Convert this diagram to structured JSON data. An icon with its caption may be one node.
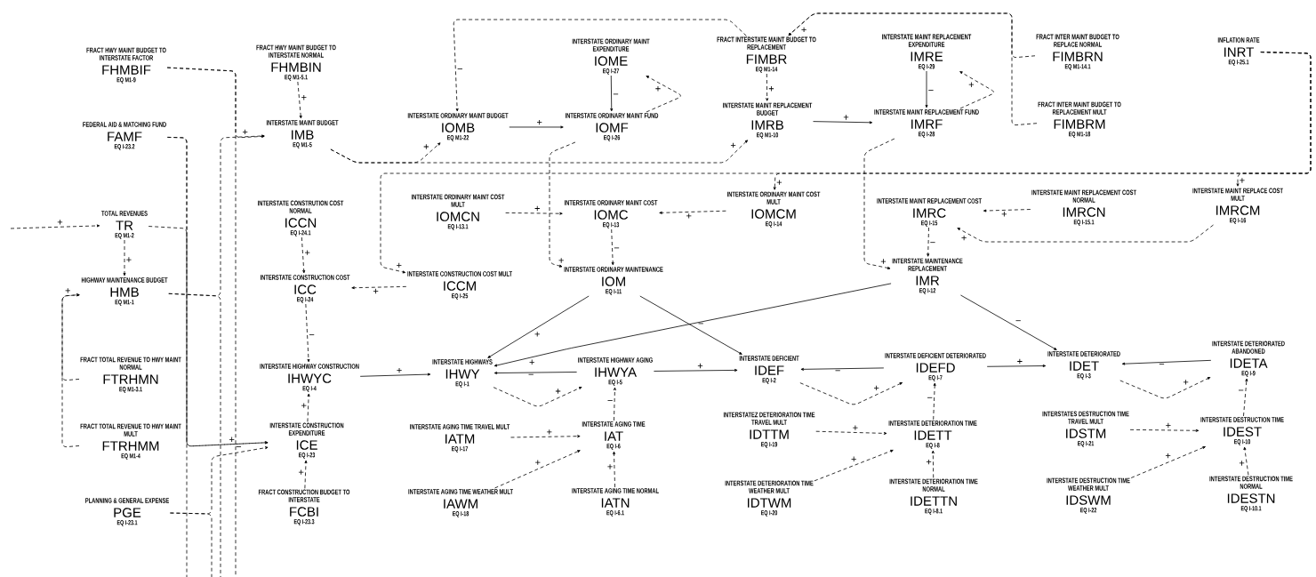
{
  "diagram": {
    "nodes": [
      {
        "text": [
          "FRACT HWY MAINT BUDGET TO INTERSTATE FACTOR",
          "FHMBIF",
          "EQ M1-9"
        ]
      },
      {
        "text": [
          "FRACT HWY MAINT BUDGET TO INTERSTATE NORMAL",
          "FHMBIN",
          "EQ M1-5.1"
        ]
      },
      {
        "text": [
          "INTERSTATE ORDINARY MAINT EXPENDITURE",
          "IOME",
          "EQ I-27"
        ]
      },
      {
        "text": [
          "FRACT INTERSTATE MAINT BUDGET TO REPLACEMENT",
          "FIMBR",
          "EQ M1-14"
        ]
      },
      {
        "text": [
          "INTERSTATE MAINT REPLACEMENT EXPENDITURE",
          "IMRE",
          "EQ I-29"
        ]
      },
      {
        "text": [
          "FRACT INTER MAINT BUDGET TO REPLACE NORMAL",
          "FIMBRN",
          "EQ M1-14.1"
        ]
      },
      {
        "text": [
          "INFLATION RATE",
          "INRT",
          "EQ I-25.1"
        ]
      },
      {
        "text": [
          "FEDERAL AID & MATCHING FUND",
          "FAMF",
          "EQ I-23.2"
        ]
      },
      {
        "text": [
          "INTERSTATE MAINT BUDGET",
          "IMB",
          "EQ M1-5"
        ]
      },
      {
        "text": [
          "INTERSTATE ORDINARY MAINT BUDGET",
          "IOMB",
          "EQ M1-22"
        ]
      },
      {
        "text": [
          "INTERSTATE ORDINARY MAINT FUND",
          "IOMF",
          "EQ I-26"
        ]
      },
      {
        "text": [
          "INTERSTATE MAINT REPLACEMENT BUDGET",
          "IMRB",
          "EQ M1-10"
        ]
      },
      {
        "text": [
          "INTERSTATE MAINT REPLACEMENT FUND",
          "IMRF",
          "EQ I-28"
        ]
      },
      {
        "text": [
          "FRACT INTER MAINT BUDGET TO REPLACEMENT MULT",
          "FIMBRM",
          "EQ M1-18"
        ]
      },
      {
        "text": [
          "TOTAL REVENUES",
          "TR",
          "EQ M1-2"
        ]
      },
      {
        "text": [
          "INTERSTATE CONSTRUTION COST NORMAL",
          "ICCN",
          "EQ I-24.1"
        ]
      },
      {
        "text": [
          "INTERSTATE ORDINARY MAINT COST MULT",
          "IOMCN",
          "EQ I-13.1"
        ]
      },
      {
        "text": [
          "INTERSTATE ORDINARY MAINT COST",
          "IOMC",
          "EQ I-13"
        ]
      },
      {
        "text": [
          "INTERSTATE ORDINARY MAINT COST MULT",
          "IOMCM",
          "EQ I-14"
        ]
      },
      {
        "text": [
          "INTERSTATE MAINT REPLACEMENT COST",
          "IMRC",
          "EQ I-15"
        ]
      },
      {
        "text": [
          "INTERSTATE MAINT REPLACEMENT COST NORMAL",
          "IMRCN",
          "EQ I-15.1"
        ]
      },
      {
        "text": [
          "INTERSTATE MAINT REPLACE COST MULT",
          "IMRCM",
          "EQ I-16"
        ]
      },
      {
        "text": [
          "HIGHWAY MAINTENANCE BUDGET",
          "HMB",
          "EQ M1-1"
        ]
      },
      {
        "text": [
          "INTERSTATE CONSTRUCTION COST",
          "ICC",
          "EQ I-24"
        ]
      },
      {
        "text": [
          "INTERSTATE CONSTRUCTION COST MULT",
          "ICCM",
          "EQ I-25"
        ]
      },
      {
        "text": [
          "INTERSTATE ORDINARY MAINTENANCE",
          "IOM",
          "EQ I-11"
        ]
      },
      {
        "text": [
          "INTERSTATE MAINTENANCE REPLACEMENT",
          "IMR",
          "EQ I-12"
        ]
      },
      {
        "text": [
          "FRACT TOTAL REVENUE TO HWY MAINT NORMAL",
          "FTRHMN",
          "EQ M1-3.1"
        ]
      },
      {
        "text": [
          "INTERSTATE HIGHWAY CONSTRUCTION",
          "IHWYC",
          "EQ I-4"
        ]
      },
      {
        "text": [
          "INTERSTATE HIGHWAYS",
          "IHWY",
          "EQ I-1"
        ]
      },
      {
        "text": [
          "INTERSTATE HIGHWAY AGING",
          "IHWYA",
          "EQ I-5"
        ]
      },
      {
        "text": [
          "INTERSTATE DEFICIENT",
          "IDEF",
          "EQ I-2"
        ]
      },
      {
        "text": [
          "INTERSTATE DEFICIENT DETERIORATED",
          "IDEFD",
          "EQ I-7"
        ]
      },
      {
        "text": [
          "INTERSTATE DETERIORATED",
          "IDET",
          "EQ I-3"
        ]
      },
      {
        "text": [
          "INTERSTATE DETERIORATED ABANDONED",
          "IDETA",
          "EQ I-9"
        ]
      },
      {
        "text": [
          "FRACT TOTAL REVENUE TO HWY MAINT MULT",
          "FTRHMM",
          "EQ M1-4"
        ]
      },
      {
        "text": [
          "INTERSTATE CONSTRUCTION EXPENDITURE",
          "ICE",
          "EQ I-23"
        ]
      },
      {
        "text": [
          "INTERSTATE AGING TIME TRAVEL MULT",
          "IATM",
          "EQ I-17"
        ]
      },
      {
        "text": [
          "INTERSTATE AGING TIME",
          "IAT",
          "EQ I-6"
        ]
      },
      {
        "text": [
          "INTERSTATEZ DETERIORATION TIME TRAVEL MULT",
          "IDTTM",
          "EQ I-19"
        ]
      },
      {
        "text": [
          "INTERSTATE DETERIORATION TIME",
          "IDETT",
          "EQ I-8"
        ]
      },
      {
        "text": [
          "INTERSTATES DESTRUCTION TIME TRAVEL MULT",
          "IDSTM",
          "EQ I-21"
        ]
      },
      {
        "text": [
          "INTERSTATE DESTRUCTION TIME",
          "IDEST",
          "EQ I-10"
        ]
      },
      {
        "text": [
          "PLANNING & GENERAL EXPENSE",
          "PGE",
          "EQ I-23.1"
        ]
      },
      {
        "text": [
          "FRACT CONSTRUCTION BUDGET TO INTERSTATE",
          "FCBI",
          "EQ I-23.3"
        ]
      },
      {
        "text": [
          "INTERSTATE AGING TIME WEATHER MULT",
          "IAWM",
          "EQ I-18"
        ]
      },
      {
        "text": [
          "INTERSTATE AGING TIME NORMAL",
          "IATN",
          "EQ I-6.1"
        ]
      },
      {
        "text": [
          "INTERSTATE DETERIORATION TIME WEATHER MULT",
          "IDTWM",
          "EQ I-20"
        ]
      },
      {
        "text": [
          "INTERSTATE DETERIORATION TIME NORMAL",
          "IDETTN",
          "EQ I-8.1"
        ]
      },
      {
        "text": [
          "INTERSTATE DESTRUCTION TIME WEATHER MULT",
          "IDSWM",
          "EQ I-22"
        ]
      },
      {
        "text": [
          "INTERSTATE DESTRUCTION TIME NORMAL",
          "IDESTN",
          "EQ I-10.1"
        ]
      }
    ],
    "edges": [
      {
        "from": null,
        "to": 14,
        "arrow": "to",
        "label": "+",
        "style": "dashed"
      },
      {
        "from": 14,
        "to": 22,
        "arrow": "to",
        "label": "+",
        "style": "dashed"
      },
      {
        "from": 27,
        "to": 22,
        "arrow": "to",
        "label": "+",
        "style": "dashed"
      },
      {
        "from": 35,
        "to": 22,
        "arrow": "to",
        "style": "dashed"
      },
      {
        "from": 22,
        "to": 8,
        "arrow": "to",
        "label": "+",
        "style": "dashed"
      },
      {
        "from": 0,
        "to": 8,
        "arrow": "to",
        "style": "dashed"
      },
      {
        "from": 1,
        "to": 8,
        "arrow": "to",
        "label": "+",
        "style": "dashed"
      },
      {
        "from": 7,
        "to": 36,
        "arrow": "to",
        "label": "+",
        "style": "dashed"
      },
      {
        "from": 14,
        "to": 36,
        "arrow": "to",
        "style": "dashed"
      },
      {
        "from": 43,
        "to": 36,
        "arrow": "to",
        "label": "−",
        "style": "dashed"
      },
      {
        "from": 22,
        "to": null,
        "arrow": "none",
        "style": "dashed"
      },
      {
        "from": 0,
        "to": null,
        "arrow": "none",
        "style": "dashed"
      },
      {
        "from": 43,
        "to": null,
        "arrow": "none",
        "style": "dashed"
      },
      {
        "from": 7,
        "to": null,
        "arrow": "none",
        "style": "dashed"
      },
      {
        "from": 44,
        "to": 36,
        "arrow": "to",
        "label": "+",
        "style": "dashed"
      },
      {
        "from": 36,
        "to": 28,
        "arrow": "to",
        "label": "+",
        "style": "dashed"
      },
      {
        "from": 23,
        "to": 28,
        "arrow": "to",
        "label": "−",
        "style": "dashed"
      },
      {
        "from": 15,
        "to": 23,
        "arrow": "to",
        "label": "+",
        "style": "dashed"
      },
      {
        "from": 24,
        "to": 23,
        "arrow": "to",
        "label": "+",
        "style": "dashed"
      },
      {
        "from": 28,
        "to": 29,
        "arrow": "to",
        "label": "+"
      },
      {
        "from": 8,
        "to": 9,
        "arrow": "to",
        "label": "+",
        "style": "dashed"
      },
      {
        "from": 8,
        "to": 11,
        "arrow": "to",
        "label": "+",
        "style": "dashed"
      },
      {
        "from": 3,
        "to": 9,
        "arrow": "to",
        "label": "−",
        "style": "dashed"
      },
      {
        "from": 3,
        "to": 11,
        "arrow": "to",
        "label": "+",
        "style": "dashed"
      },
      {
        "from": 9,
        "to": 10,
        "arrow": "to",
        "label": "+"
      },
      {
        "from": 2,
        "to": 10,
        "arrow": "to",
        "label": "−"
      },
      {
        "from": 10,
        "to": 2,
        "arrow": "to",
        "label": "+",
        "style": "dashed"
      },
      {
        "from": 10,
        "to": 25,
        "arrow": "to",
        "label": "+",
        "style": "dashed"
      },
      {
        "from": 17,
        "to": 25,
        "arrow": "to",
        "label": "−",
        "style": "dashed"
      },
      {
        "from": 16,
        "to": 17,
        "arrow": "to",
        "label": "+",
        "style": "dashed"
      },
      {
        "from": 18,
        "to": 17,
        "arrow": "to",
        "label": "+",
        "style": "dashed"
      },
      {
        "from": 6,
        "to": 18,
        "arrow": "to",
        "label": "+",
        "style": "dashed"
      },
      {
        "from": 6,
        "to": 21,
        "arrow": "to",
        "label": "+",
        "style": "dashed"
      },
      {
        "from": 6,
        "to": 24,
        "arrow": "to",
        "label": "+",
        "style": "dashed"
      },
      {
        "from": 11,
        "to": 12,
        "arrow": "to",
        "label": "+"
      },
      {
        "from": 4,
        "to": 12,
        "arrow": "to",
        "label": "−"
      },
      {
        "from": 12,
        "to": 4,
        "arrow": "to",
        "label": "+",
        "style": "dashed"
      },
      {
        "from": 5,
        "to": 3,
        "arrow": "to",
        "label": "+",
        "style": "dashed"
      },
      {
        "from": 13,
        "to": 3,
        "arrow": "to",
        "style": "dashed"
      },
      {
        "from": 12,
        "to": 26,
        "arrow": "to",
        "label": "+",
        "style": "dashed"
      },
      {
        "from": 19,
        "to": 26,
        "arrow": "to",
        "label": "−",
        "style": "dashed"
      },
      {
        "from": 20,
        "to": 19,
        "arrow": "to",
        "label": "+",
        "style": "dashed"
      },
      {
        "from": 21,
        "to": 19,
        "arrow": "to",
        "label": "+",
        "style": "dashed"
      },
      {
        "from": 25,
        "to": 29,
        "arrow": "to",
        "label": "+"
      },
      {
        "from": 25,
        "to": 31,
        "arrow": "to",
        "label": "−"
      },
      {
        "from": 26,
        "to": 29,
        "arrow": "to",
        "label": "+"
      },
      {
        "from": 26,
        "to": 33,
        "arrow": "to",
        "label": "−"
      },
      {
        "from": 30,
        "to": 29,
        "arrow": "to",
        "label": "−"
      },
      {
        "from": 30,
        "to": 31,
        "arrow": "to",
        "label": "+"
      },
      {
        "from": 29,
        "to": 30,
        "arrow": "to",
        "label": "+",
        "style": "dashed"
      },
      {
        "from": 32,
        "to": 31,
        "arrow": "to",
        "label": "−"
      },
      {
        "from": 31,
        "to": 32,
        "arrow": "to",
        "label": "+",
        "style": "dashed"
      },
      {
        "from": 32,
        "to": 33,
        "arrow": "to",
        "label": "+"
      },
      {
        "from": 34,
        "to": 33,
        "arrow": "to",
        "label": "−"
      },
      {
        "from": 33,
        "to": 34,
        "arrow": "to",
        "label": "+",
        "style": "dashed"
      },
      {
        "from": 38,
        "to": 30,
        "arrow": "to",
        "label": "−",
        "style": "dashed"
      },
      {
        "from": 37,
        "to": 38,
        "arrow": "to",
        "label": "+",
        "style": "dashed"
      },
      {
        "from": 45,
        "to": 38,
        "arrow": "to",
        "label": "+",
        "style": "dashed"
      },
      {
        "from": 46,
        "to": 38,
        "arrow": "to",
        "label": "+",
        "style": "dashed"
      },
      {
        "from": 40,
        "to": 32,
        "arrow": "to",
        "label": "−",
        "style": "dashed"
      },
      {
        "from": 39,
        "to": 40,
        "arrow": "to",
        "label": "+",
        "style": "dashed"
      },
      {
        "from": 47,
        "to": 40,
        "arrow": "to",
        "label": "+",
        "style": "dashed"
      },
      {
        "from": 48,
        "to": 40,
        "arrow": "to",
        "label": "+",
        "style": "dashed"
      },
      {
        "from": 42,
        "to": 34,
        "arrow": "to",
        "label": "−",
        "style": "dashed"
      },
      {
        "from": 41,
        "to": 42,
        "arrow": "to",
        "label": "+",
        "style": "dashed"
      },
      {
        "from": 49,
        "to": 42,
        "arrow": "to",
        "label": "+",
        "style": "dashed"
      },
      {
        "from": 50,
        "to": 42,
        "arrow": "to",
        "label": "+",
        "style": "dashed"
      }
    ]
  }
}
